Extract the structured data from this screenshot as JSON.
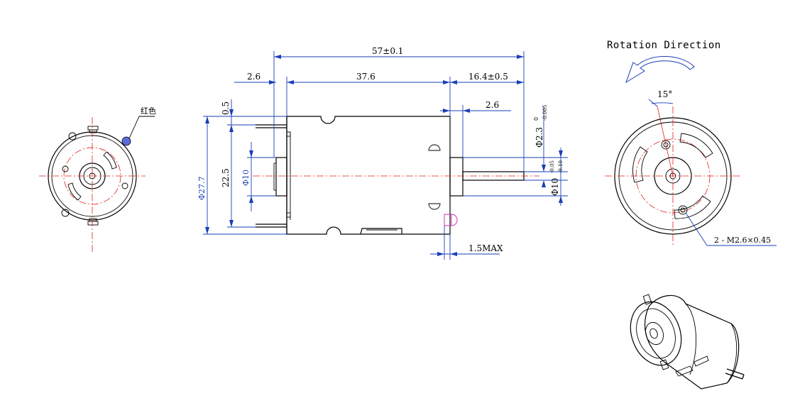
{
  "diagram": {
    "rotation_title": "Rotation Direction",
    "dims": {
      "overall_length": "57±0.1",
      "body_length": "37.6",
      "shaft_extension": "16.4±0.5",
      "flange_front": "2.6",
      "flange_rear": "2.6",
      "top_gap": "0.5",
      "diameter_body": "Φ27.7",
      "terminal_span": "22.5",
      "boss_diameter": "Φ10",
      "shaft_diameter": "Φ2.3",
      "shaft_tol_upper": "0",
      "shaft_tol_lower": "-0.005",
      "front_boss": "Φ10",
      "front_boss_tol_upper": "-0.05",
      "front_boss_tol_lower": "-0.10",
      "max_protrusion": "1.5MAX",
      "angle": "15°",
      "screw_holes": "2 - M2.6×0.45",
      "red_mark_label": "红色"
    },
    "colors": {
      "outline": "#000000",
      "dimension": "#1a3fb8",
      "centerline": "#e0201c",
      "mark": "#5b6cd6",
      "vent": "#c71fb5"
    }
  }
}
